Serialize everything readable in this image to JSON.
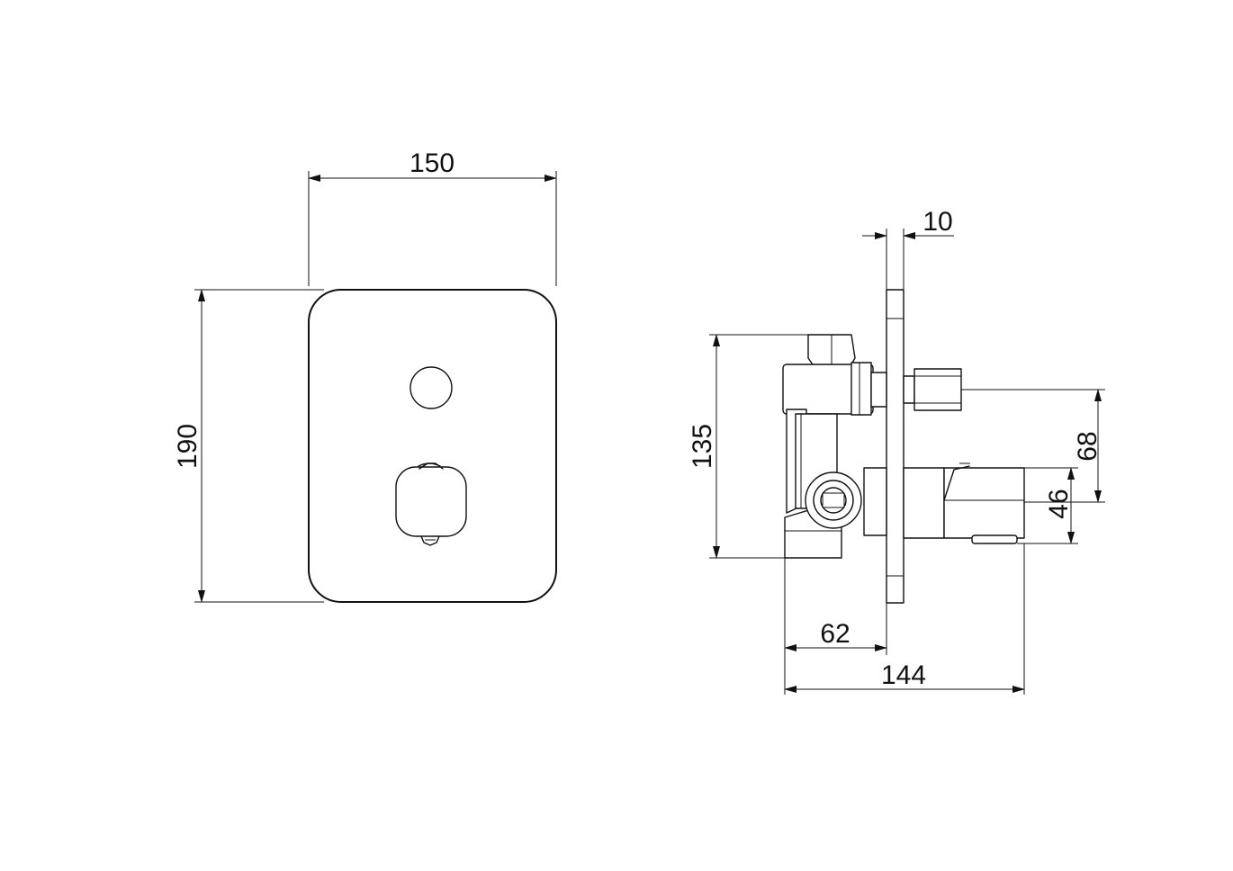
{
  "dimensions": {
    "front_width": "150",
    "front_height": "190",
    "plate_thickness": "10",
    "body_height": "135",
    "outlet_upper": "68",
    "outlet_lower": "46",
    "depth_to_plate": "62",
    "total_depth": "144"
  },
  "colors": {
    "line": "#111111",
    "background": "#ffffff"
  }
}
